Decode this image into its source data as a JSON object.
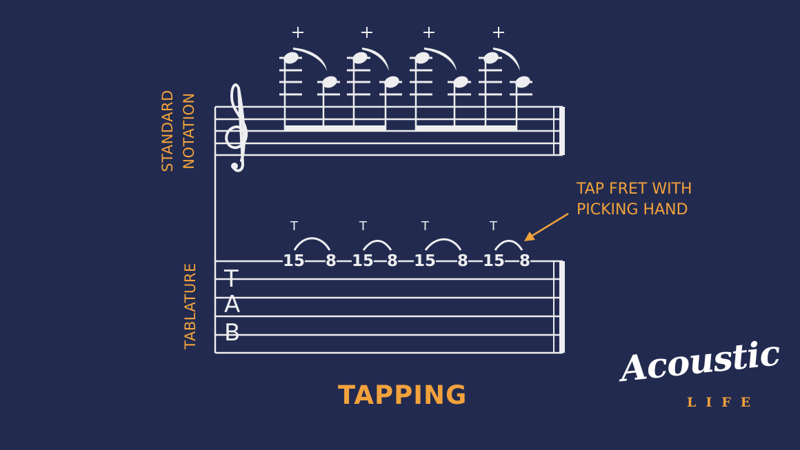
{
  "labels": {
    "standard": "STANDARD",
    "notation": "NOTATION",
    "tablature": "TABLATURE",
    "tab_clef": [
      "T",
      "A",
      "B"
    ]
  },
  "callout": {
    "line1": "TAP FRET WITH",
    "line2": "PICKING HAND"
  },
  "title": "TAPPING",
  "logo": {
    "script": "Acoustic",
    "sub": "LIFE"
  },
  "tap_marks": {
    "plus": "+",
    "tab_marker": "T"
  },
  "tab_notes": [
    {
      "tap": "15",
      "pull": "8"
    },
    {
      "tap": "15",
      "pull": "8"
    },
    {
      "tap": "15",
      "pull": "8"
    },
    {
      "tap": "15",
      "pull": "8"
    }
  ],
  "colors": {
    "background": "#222b4f",
    "accent": "#f2a23c",
    "ink": "#eeeef0"
  }
}
